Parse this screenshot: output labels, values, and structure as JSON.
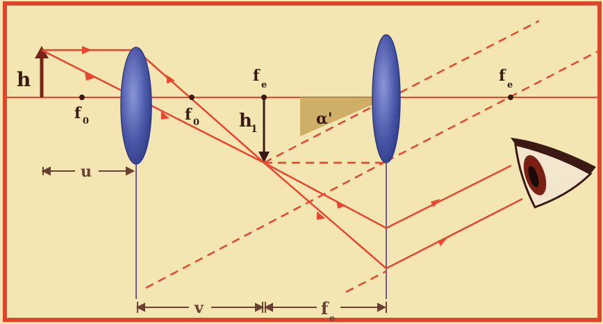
{
  "labels": {
    "h": "h",
    "f0_left": "f",
    "f0_left_sub": "0",
    "f0_right": "f",
    "f0_right_sub": "0",
    "fe_mid": "f",
    "fe_mid_sub": "e",
    "fe_right": "f",
    "fe_right_sub": "e",
    "h1": "h",
    "h1_sub": "1",
    "alpha": "α'",
    "u": "u",
    "v": "v",
    "fe_dim": "f",
    "fe_dim_sub": "e"
  },
  "colors": {
    "background": "#f3e6b2",
    "frame": "#e0452c",
    "ray": "#e8452f",
    "lens": "#4a57a8",
    "object": "#7a2418",
    "angle": "#c8a45a"
  },
  "icons": {
    "eye": "eye-icon"
  }
}
